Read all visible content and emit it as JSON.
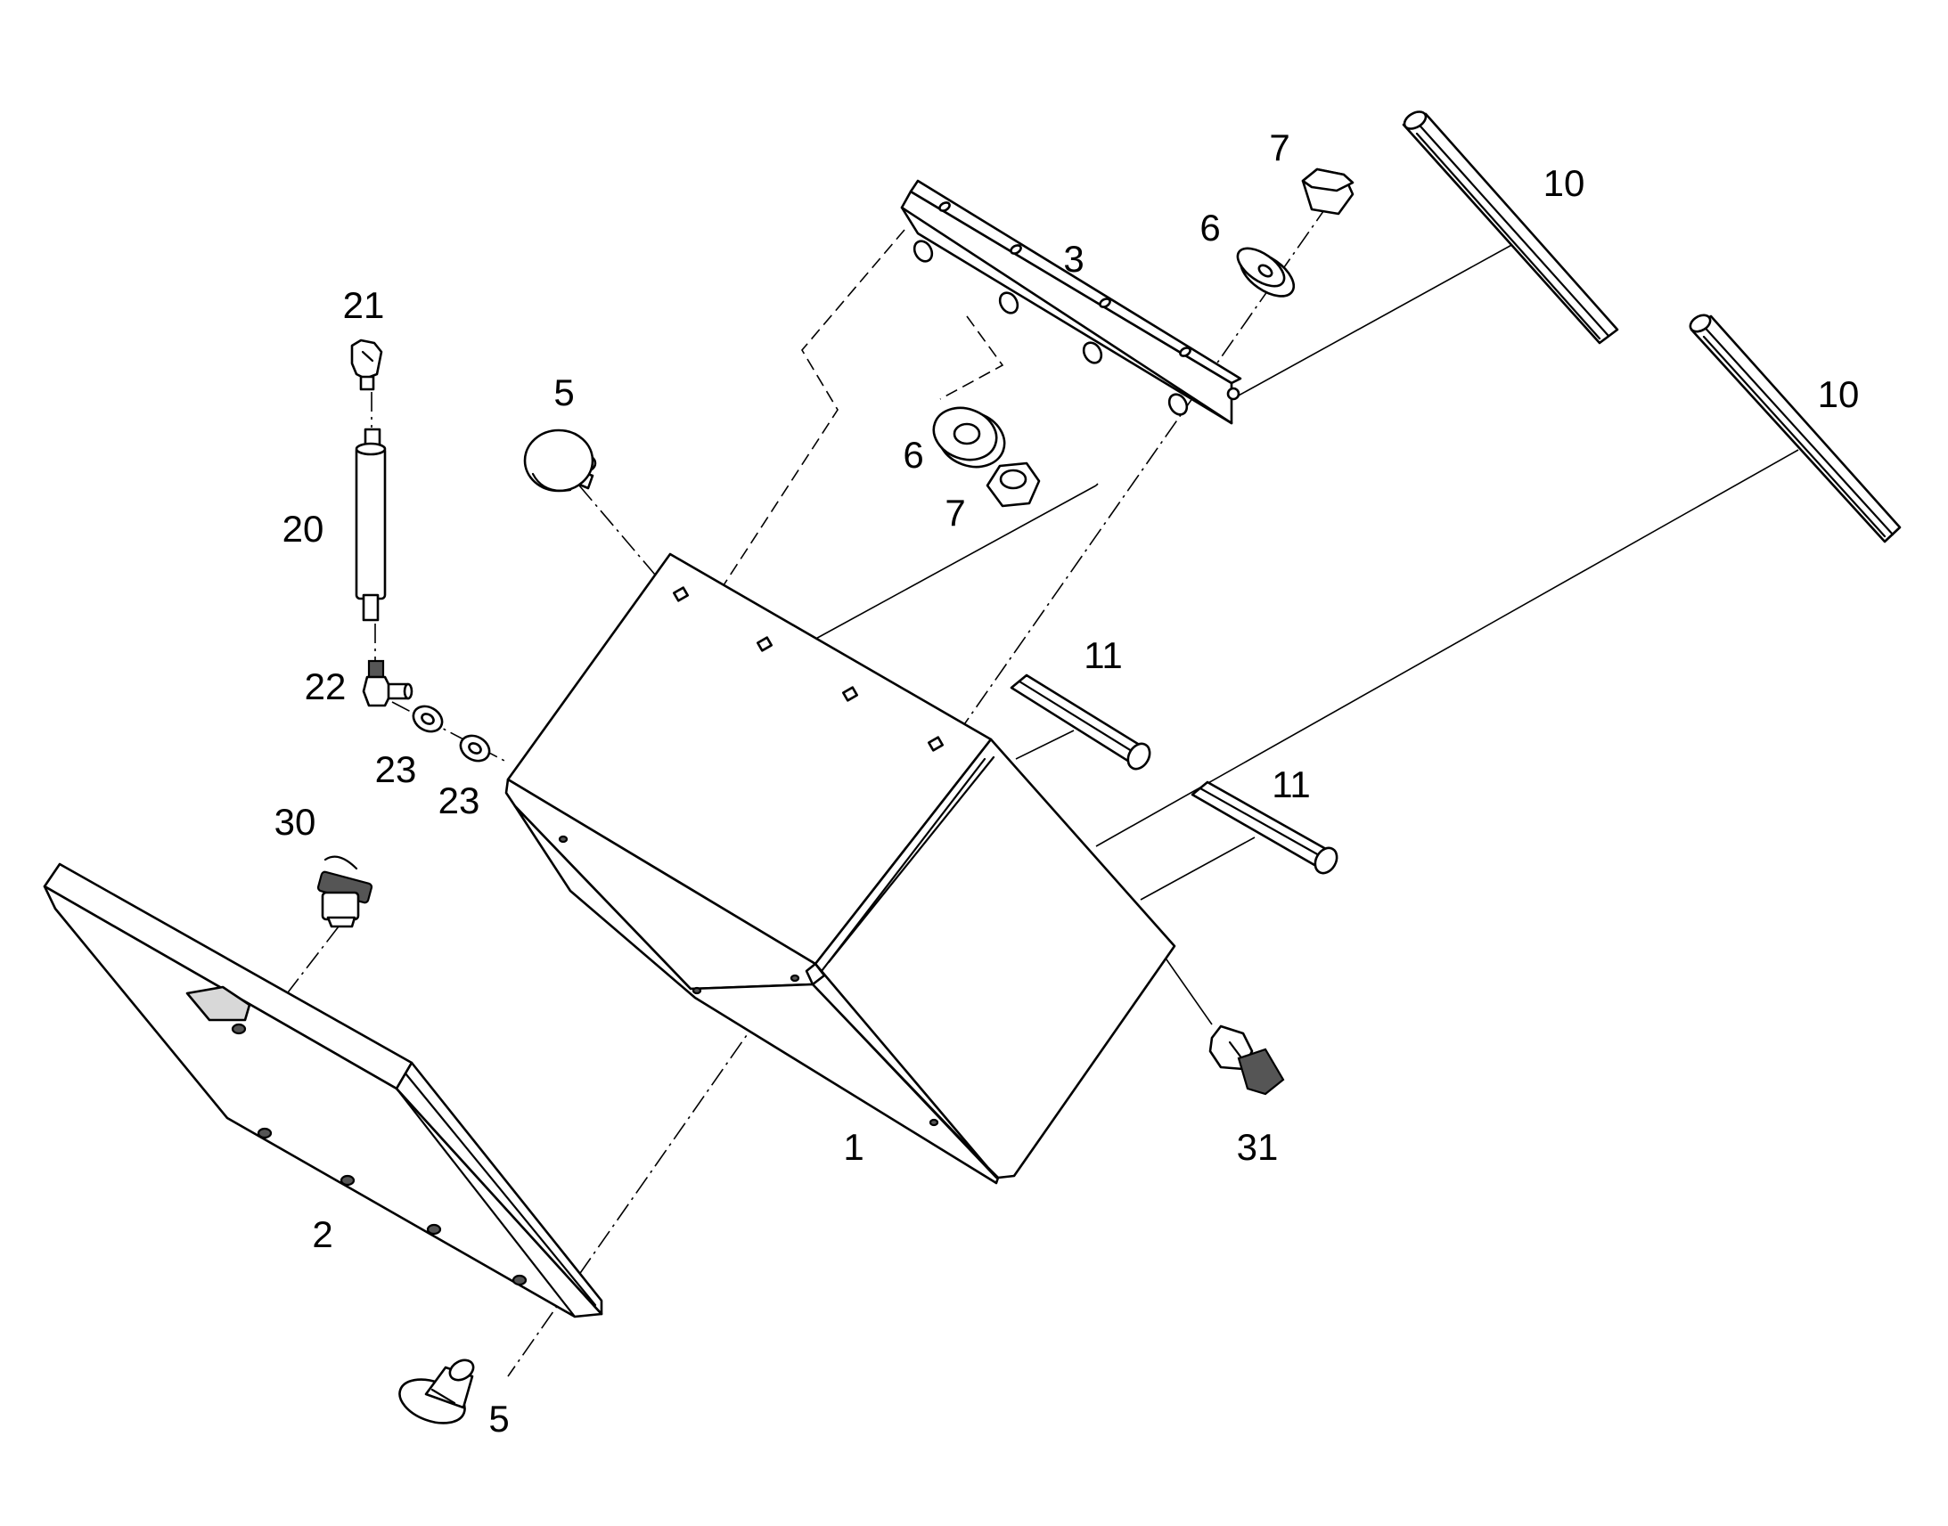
{
  "callouts": {
    "c1": "1",
    "c2": "2",
    "c3": "3",
    "c5a": "5",
    "c5b": "5",
    "c6a": "6",
    "c6b": "6",
    "c7a": "7",
    "c7b": "7",
    "c10a": "10",
    "c10b": "10",
    "c11a": "11",
    "c11b": "11",
    "c20": "20",
    "c21": "21",
    "c22": "22",
    "c23a": "23",
    "c23b": "23",
    "c30": "30",
    "c31": "31"
  }
}
